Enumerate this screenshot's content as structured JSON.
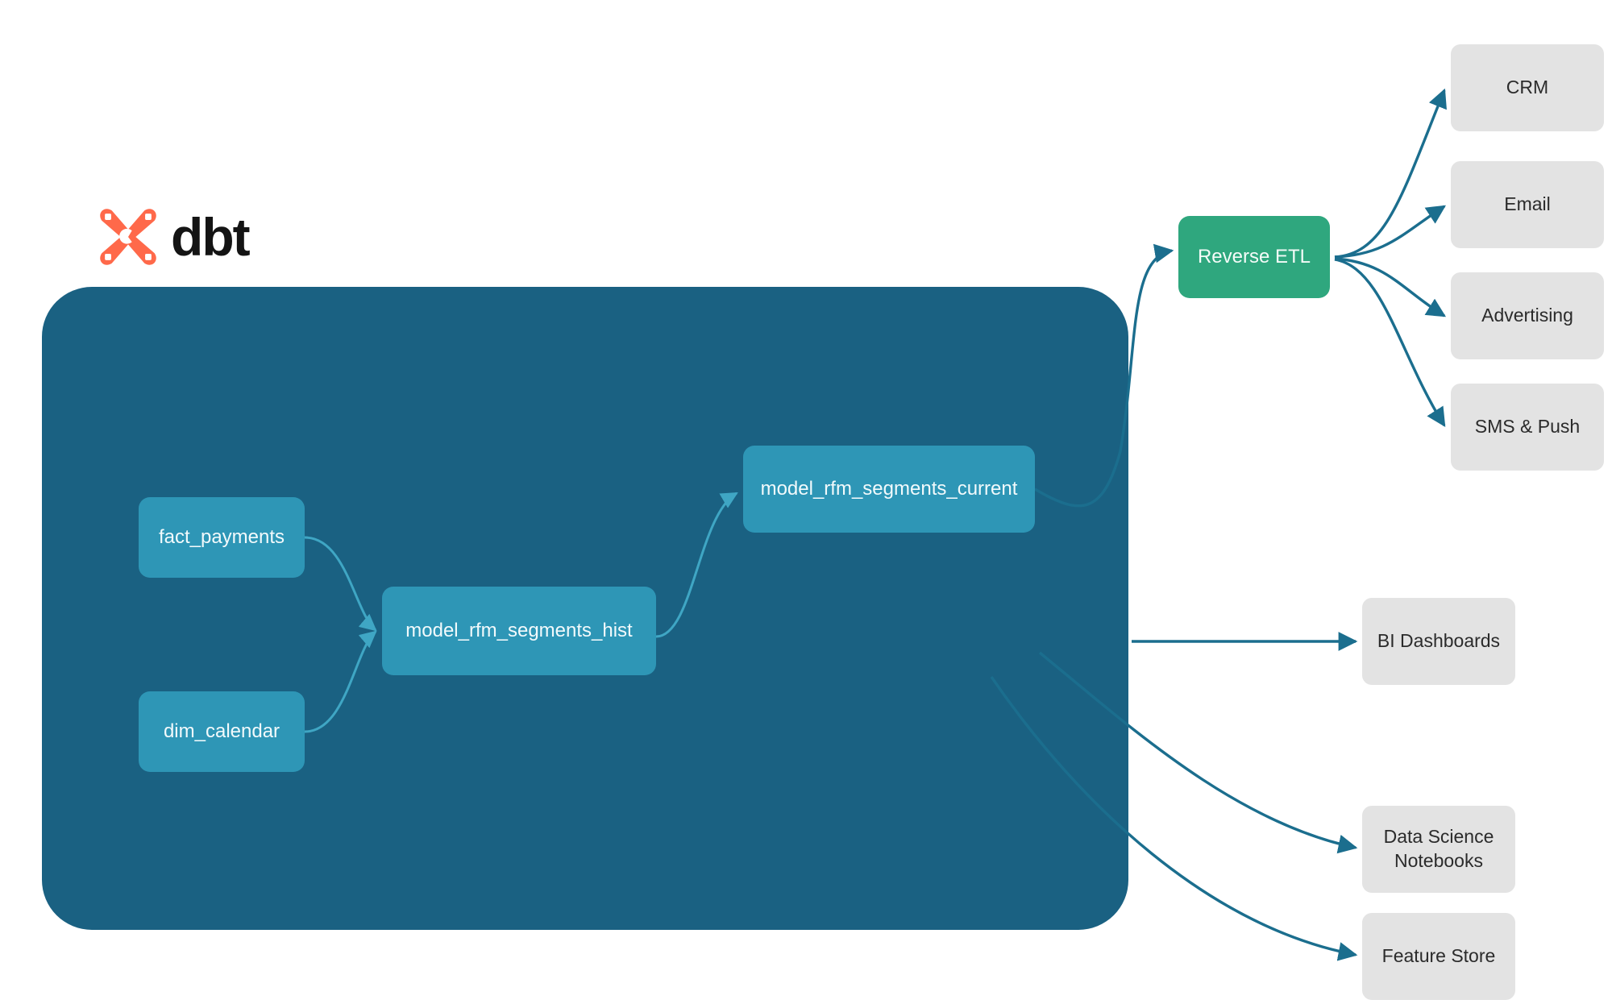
{
  "brand": {
    "name": "dbt",
    "logo_icon": "dbt-logo-icon",
    "logo_color": "#FF694A",
    "wordmark_color": "#141414"
  },
  "colors": {
    "project_container": "#1A6182",
    "model_node": "#2E96B6",
    "reverse_etl_node": "#2FA77E",
    "destination_node": "#E3E3E3",
    "edge_outside": "#1B6E8E",
    "edge_inside": "#3FA6C4",
    "canvas_background": "#FFFFFF"
  },
  "project": {
    "container_label": "",
    "models": [
      {
        "id": "fact_payments",
        "label": "fact_payments"
      },
      {
        "id": "dim_calendar",
        "label": "dim_calendar"
      },
      {
        "id": "model_rfm_segments_hist",
        "label": "model_rfm_segments_hist"
      },
      {
        "id": "model_rfm_segments_current",
        "label": "model_rfm_segments_current"
      }
    ]
  },
  "activation": {
    "hub": {
      "id": "reverse_etl",
      "label": "Reverse ETL"
    },
    "destinations": [
      {
        "id": "crm",
        "label": "CRM"
      },
      {
        "id": "email",
        "label": "Email"
      },
      {
        "id": "advertising",
        "label": "Advertising"
      },
      {
        "id": "sms_push",
        "label": "SMS & Push"
      }
    ]
  },
  "analytics": {
    "destinations": [
      {
        "id": "bi_dashboards",
        "label": "BI Dashboards"
      },
      {
        "id": "data_science_notebooks",
        "label": "Data Science\nNotebooks",
        "line1": "Data Science",
        "line2": "Notebooks"
      },
      {
        "id": "feature_store",
        "label": "Feature Store"
      }
    ]
  },
  "edges": [
    {
      "from": "fact_payments",
      "to": "model_rfm_segments_hist",
      "scope": "inside"
    },
    {
      "from": "dim_calendar",
      "to": "model_rfm_segments_hist",
      "scope": "inside"
    },
    {
      "from": "model_rfm_segments_hist",
      "to": "model_rfm_segments_current",
      "scope": "inside"
    },
    {
      "from": "model_rfm_segments_current",
      "to": "reverse_etl",
      "scope": "outside"
    },
    {
      "from": "model_rfm_segments_hist",
      "to": "bi_dashboards",
      "scope": "outside"
    },
    {
      "from": "model_rfm_segments_hist",
      "to": "data_science_notebooks",
      "scope": "outside"
    },
    {
      "from": "model_rfm_segments_hist",
      "to": "feature_store",
      "scope": "outside"
    },
    {
      "from": "reverse_etl",
      "to": "crm",
      "scope": "outside"
    },
    {
      "from": "reverse_etl",
      "to": "email",
      "scope": "outside"
    },
    {
      "from": "reverse_etl",
      "to": "advertising",
      "scope": "outside"
    },
    {
      "from": "reverse_etl",
      "to": "sms_push",
      "scope": "outside"
    }
  ]
}
